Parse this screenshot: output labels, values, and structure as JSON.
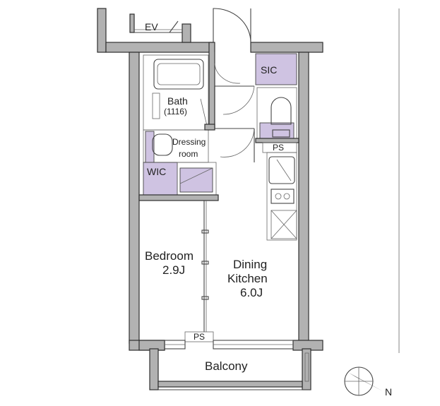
{
  "labels": {
    "elevator": "EV",
    "shoe_closet": "SIC",
    "bath": "Bath",
    "bath_size": "(1116)",
    "dressing_line1": "Dressing",
    "dressing_line2": "room",
    "walk_in_closet": "WIC",
    "pipe_space_top": "PS",
    "pipe_space_bottom": "PS",
    "bedroom": "Bedroom",
    "bedroom_size": "2.9J",
    "dining_line1": "Dining",
    "dining_line2": "Kitchen",
    "dining_size": "6.0J",
    "balcony": "Balcony",
    "north": "N"
  },
  "colors": {
    "wall": "#b2b2b2",
    "storage": "#cfc3e2",
    "line": "#444444"
  }
}
